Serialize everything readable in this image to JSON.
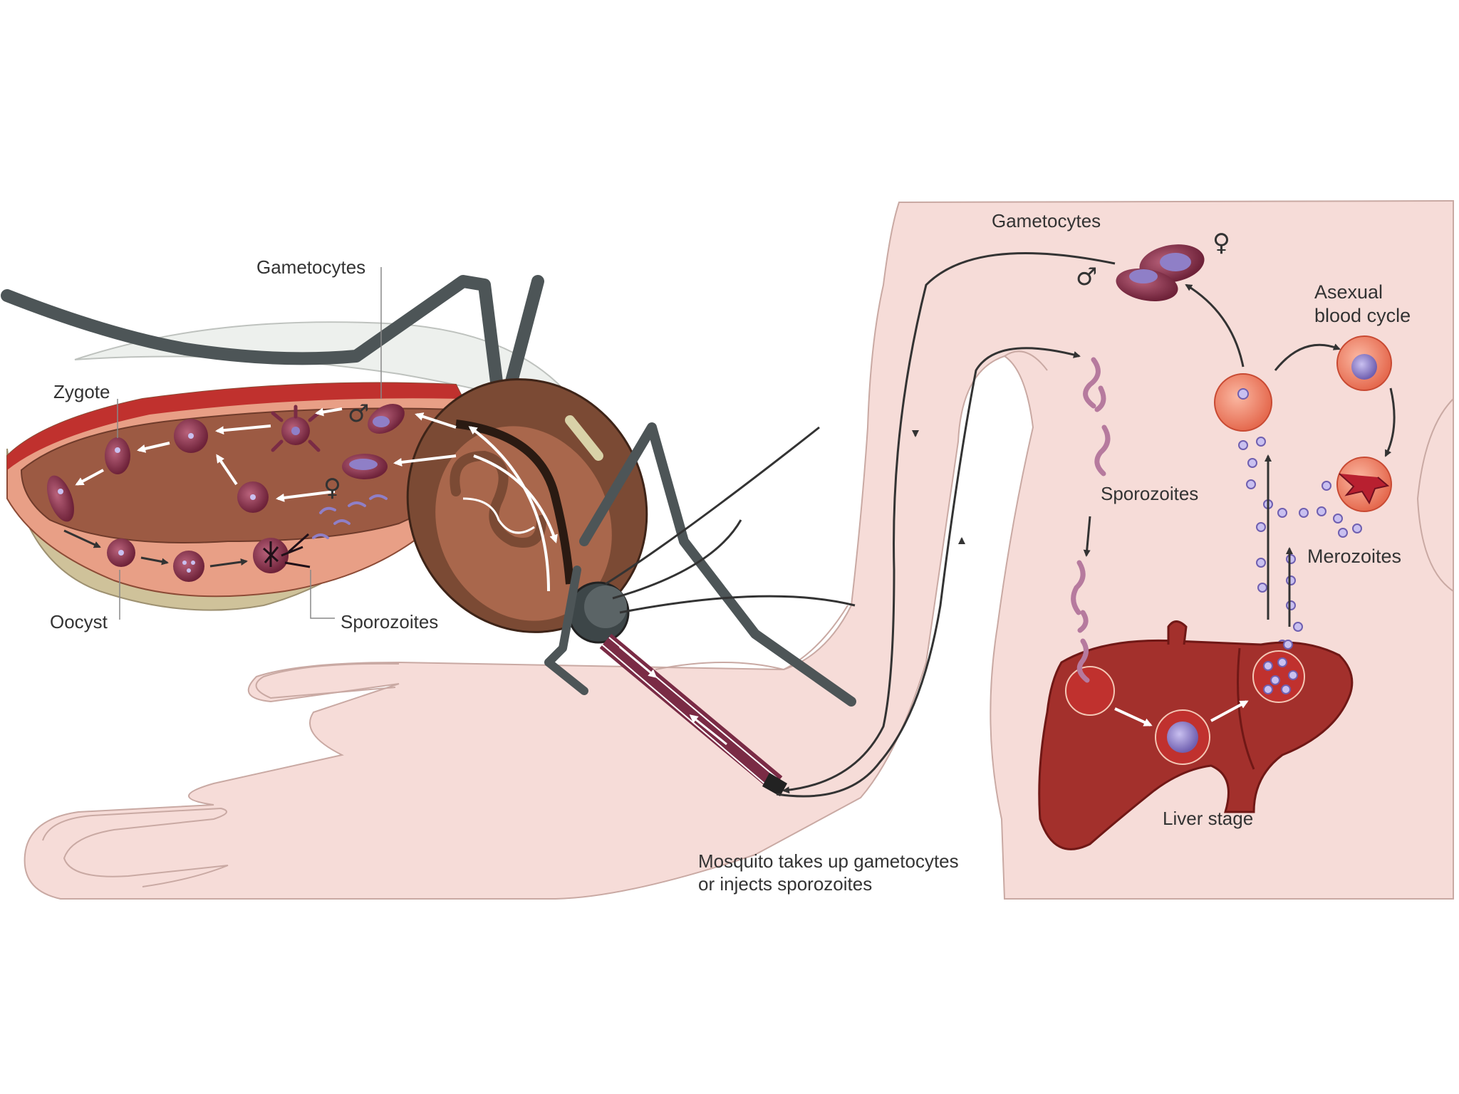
{
  "labels": {
    "mosquito_gametocytes": "Gametocytes",
    "zygote": "Zygote",
    "oocyst": "Oocyst",
    "mosquito_sporozoites": "Sporozoites",
    "human_gametocytes": "Gametocytes",
    "asexual_line1": "Asexual",
    "asexual_line2": "blood cycle",
    "human_sporozoites": "Sporozoites",
    "merozoites": "Merozoites",
    "liver_stage": "Liver stage",
    "caption_line1": "Mosquito takes up gametocytes",
    "caption_line2": "or injects sporozoites",
    "male_symbol": "♂",
    "female_symbol": "♀"
  },
  "colors": {
    "skin": "#f6dcd8",
    "skin_outline": "#c9a9a3",
    "gut_lining": "#e89f86",
    "gut_inner": "#9c5a43",
    "gut_base": "#cfc29a",
    "thorax": "#7b4a34",
    "thorax_inner": "#a9674c",
    "head": "#3d4648",
    "leg": "#4d5557",
    "liver": "#a3302c",
    "rbc": "#ee8469",
    "parasite": "#8f7fc7",
    "cell_purple": "#7a2b45",
    "arrow": "#333333",
    "white_arrow": "#ffffff"
  },
  "icons": {
    "male": "male-symbol-icon",
    "female": "female-symbol-icon"
  }
}
